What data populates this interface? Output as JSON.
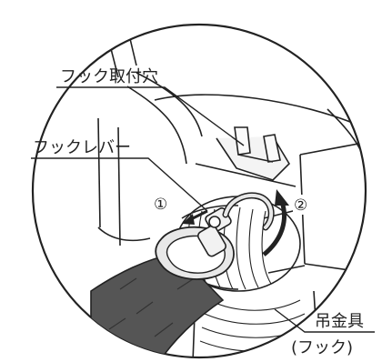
{
  "labels": {
    "hook_mount_hole": "フック取付穴",
    "hook_lever": "フックレバー",
    "hanger_line1": "吊金具",
    "hanger_line2": "(フック)"
  },
  "steps": {
    "step1": "①",
    "step2": "②"
  },
  "colors": {
    "line": "#222222",
    "strap": "#555555",
    "strap_dark": "#444444",
    "metal": "#e8e8e8",
    "background": "#ffffff"
  }
}
